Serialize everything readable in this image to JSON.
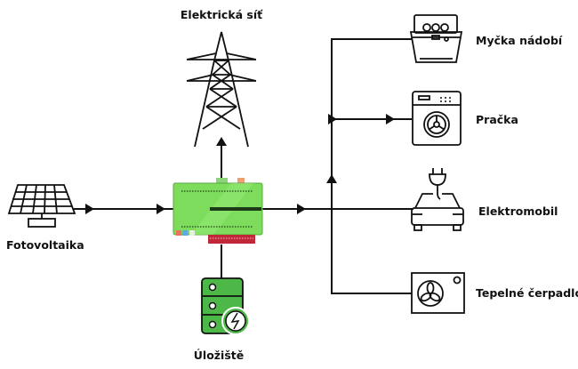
{
  "labels": {
    "grid": "Elektrická síť",
    "pv": "Fotovoltaika",
    "storage": "Úložiště",
    "dishwasher": "Myčka nádobí",
    "washer": "Pračka",
    "ev": "Elektromobil",
    "heatpump": "Tepelné čerpadlo"
  },
  "colors": {
    "line": "#111111",
    "controller": "#7ddc5c",
    "storage": "#4db848",
    "terminal_red": "#c0283a"
  },
  "icons": [
    "solar-panel-icon",
    "power-tower-icon",
    "controller-device",
    "battery-storage-icon",
    "dishwasher-icon",
    "washing-machine-icon",
    "electric-car-icon",
    "heat-pump-icon"
  ]
}
